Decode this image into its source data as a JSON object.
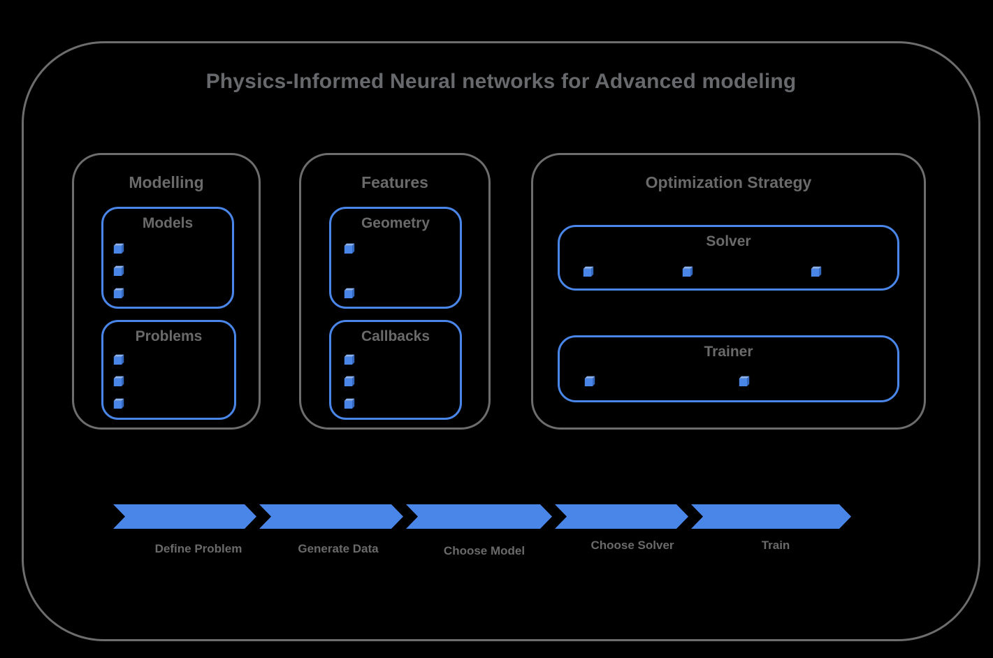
{
  "title": "Physics-Informed Neural networks for Advanced modeling",
  "colors": {
    "background": "#000000",
    "frame_border": "#6d6d6d",
    "accent_blue": "#4a86e8",
    "cube_top": "#8db4f2",
    "cube_side": "#3569c0",
    "text_gray": "#6a6a6a"
  },
  "panels": [
    {
      "title": "Modelling",
      "boxes": [
        {
          "title": "Models",
          "bullet_count": 3,
          "layout": "vertical"
        },
        {
          "title": "Problems",
          "bullet_count": 3,
          "layout": "vertical"
        }
      ]
    },
    {
      "title": "Features",
      "boxes": [
        {
          "title": "Geometry",
          "bullet_count": 2,
          "layout": "vertical"
        },
        {
          "title": "Callbacks",
          "bullet_count": 3,
          "layout": "vertical"
        }
      ]
    },
    {
      "title": "Optimization Strategy",
      "boxes": [
        {
          "title": "Solver",
          "bullet_count": 3,
          "layout": "horizontal"
        },
        {
          "title": "Trainer",
          "bullet_count": 2,
          "layout": "horizontal"
        }
      ]
    }
  ],
  "flow": {
    "steps": [
      {
        "label": "Define Problem"
      },
      {
        "label": "Generate Data"
      },
      {
        "label": "Choose Model"
      },
      {
        "label": "Choose Solver"
      },
      {
        "label": "Train"
      }
    ]
  }
}
